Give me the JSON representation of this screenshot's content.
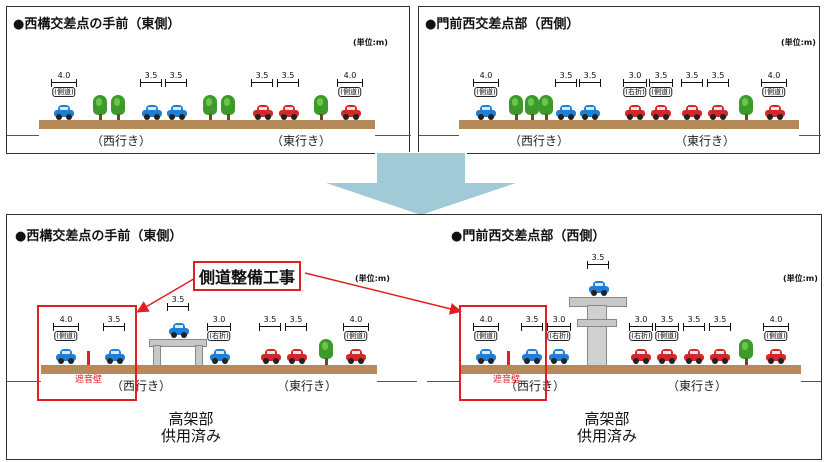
{
  "top_left": {
    "title": "●西構交差点の手前（東側）",
    "unit": "(単位:m)",
    "dims": [
      {
        "value": "4.0",
        "tag": "(側道)"
      },
      {
        "value": "3.5",
        "tag": ""
      },
      {
        "value": "3.5",
        "tag": ""
      },
      {
        "value": "3.5",
        "tag": ""
      },
      {
        "value": "3.5",
        "tag": ""
      },
      {
        "value": "4.0",
        "tag": "(側道)"
      }
    ],
    "dir_west": "（西行き）",
    "dir_east": "（東行き）"
  },
  "top_right": {
    "title": "●門前西交差点部（西側）",
    "unit": "(単位:m)",
    "dims": [
      {
        "value": "4.0",
        "tag": "(側道)"
      },
      {
        "value": "3.5",
        "tag": ""
      },
      {
        "value": "3.5",
        "tag": ""
      },
      {
        "value": "3.0",
        "tag": "(右折)"
      },
      {
        "value": "3.5",
        "tag": "(側道)"
      },
      {
        "value": "3.5",
        "tag": ""
      },
      {
        "value": "3.5",
        "tag": ""
      },
      {
        "value": "4.0",
        "tag": "(側道)"
      }
    ],
    "dir_west": "（西行き）",
    "dir_east": "（東行き）"
  },
  "bottom_left": {
    "title": "●西構交差点の手前（東側）",
    "unit": "(単位:m)",
    "dims": [
      {
        "value": "4.0",
        "tag": "(側道)"
      },
      {
        "value": "3.5",
        "tag": ""
      },
      {
        "value": "3.5",
        "tag": ""
      },
      {
        "value": "3.0",
        "tag": "(右折)"
      },
      {
        "value": "3.5",
        "tag": ""
      },
      {
        "value": "3.5",
        "tag": ""
      },
      {
        "value": "4.0",
        "tag": "(側道)"
      }
    ],
    "wall": "遮音壁",
    "dir_west": "（西行き）",
    "dir_east": "（東行き）",
    "note_line1": "高架部",
    "note_line2": "供用済み"
  },
  "bottom_right": {
    "title": "●門前西交差点部（西側）",
    "unit": "(単位:m)",
    "dims": [
      {
        "value": "3.5",
        "tag": ""
      },
      {
        "value": "4.0",
        "tag": "(側道)"
      },
      {
        "value": "3.5",
        "tag": ""
      },
      {
        "value": "3.0",
        "tag": "(右折)"
      },
      {
        "value": "3.0",
        "tag": "(右折)"
      },
      {
        "value": "3.5",
        "tag": "(側道)"
      },
      {
        "value": "3.5",
        "tag": ""
      },
      {
        "value": "3.5",
        "tag": ""
      },
      {
        "value": "4.0",
        "tag": "(側道)"
      }
    ],
    "wall": "遮音壁",
    "dir_west": "（西行き）",
    "dir_east": "（東行き）",
    "note_line1": "高架部",
    "note_line2": "供用済み"
  },
  "callout": "側道整備工事",
  "colors": {
    "highlight": "#e02020",
    "arrow": "#9fcad6",
    "road": "#b58a58"
  }
}
